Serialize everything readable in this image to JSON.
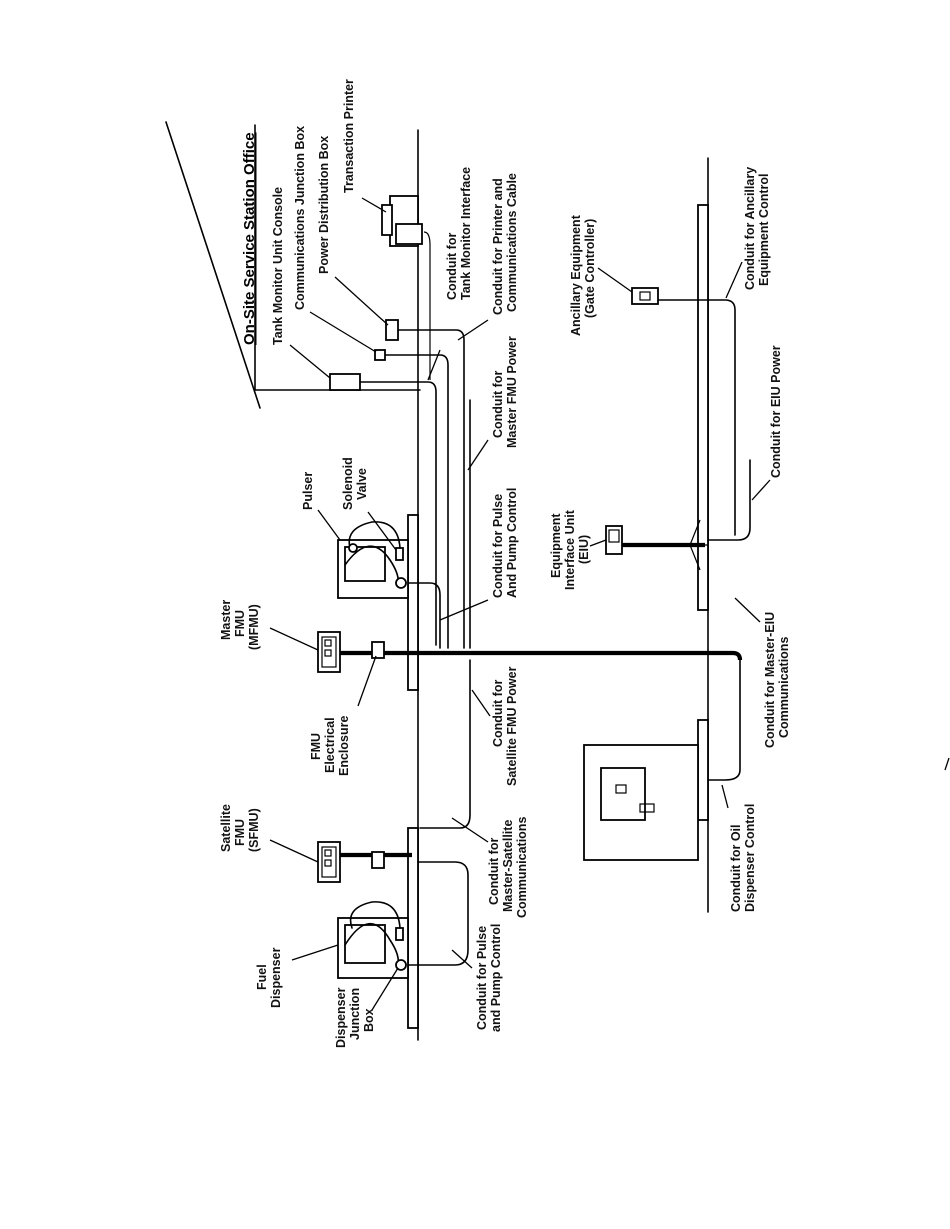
{
  "title": "On-Site Service Station Office",
  "labels": {
    "tank_monitor_console": "Tank Monitor Unit Console",
    "comm_junction_box": "Communications Junction Box",
    "power_distribution_box": "Power Distribution Box",
    "transaction_printer": "Transaction Printer",
    "conduit_tank_monitor_1": "Conduit for",
    "conduit_tank_monitor_2": "Tank Monitor Interface",
    "conduit_printer_1": "Conduit for Printer and",
    "conduit_printer_2": "Communications Cable",
    "conduit_master_power_1": "Conduit for",
    "conduit_master_power_2": "Master FMU Power",
    "pulser": "Pulser",
    "solenoid_1": "Solenoid",
    "solenoid_2": "Valve",
    "conduit_pulse_master_1": "Conduit for Pulse",
    "conduit_pulse_master_2": "And Pump Control",
    "master_fmu_1": "Master",
    "master_fmu_2": "FMU",
    "master_fmu_3": "(MFMU)",
    "fmu_enclosure_1": "FMU",
    "fmu_enclosure_2": "Electrical",
    "fmu_enclosure_3": "Enclosure",
    "conduit_satellite_power_1": "Conduit for",
    "conduit_satellite_power_2": "Satellite FMU Power",
    "satellite_fmu_1": "Satellite",
    "satellite_fmu_2": "FMU",
    "satellite_fmu_3": "(SFMU)",
    "conduit_master_satellite_1": "Conduit for",
    "conduit_master_satellite_2": "Master-Satellite",
    "conduit_master_satellite_3": "Communications",
    "fuel_dispenser_1": "Fuel",
    "fuel_dispenser_2": "Dispenser",
    "dispenser_jbox_1": "Dispenser",
    "dispenser_jbox_2": "Junction",
    "dispenser_jbox_3": "Box",
    "conduit_pulse_left_1": "Conduit for Pulse",
    "conduit_pulse_left_2": "and Pump Control",
    "ancillary_1": "Ancillary Equipment",
    "ancillary_2": "(Gate Controller)",
    "conduit_ancillary_1": "Conduit for Ancillary",
    "conduit_ancillary_2": "Equipment Control",
    "conduit_eiu_power": "Conduit for EIU Power",
    "eiu_1": "Equipment",
    "eiu_2": "Interface Unit",
    "eiu_3": "(EIU)",
    "conduit_master_eiu_1": "Conduit for Master-EIU",
    "conduit_master_eiu_2": "Communications",
    "conduit_oil_1": "Conduit for Oil",
    "conduit_oil_2": "Dispenser Control"
  }
}
